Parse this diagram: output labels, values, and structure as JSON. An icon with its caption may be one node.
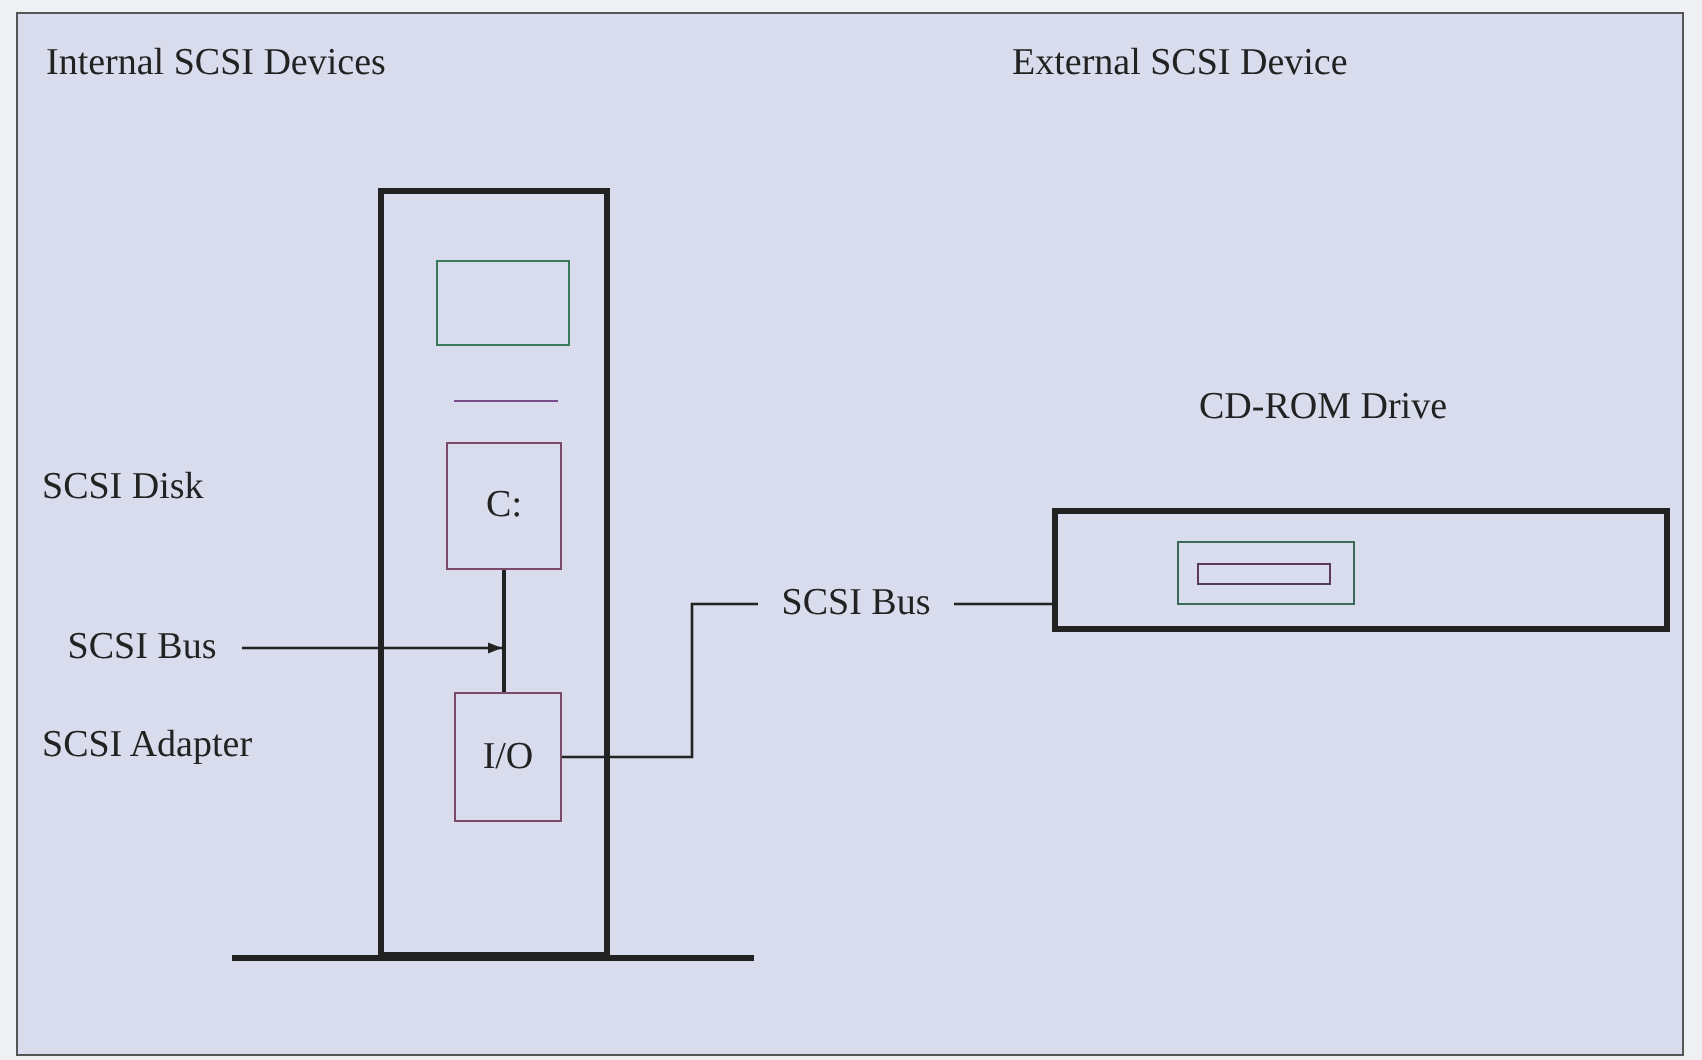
{
  "diagram": {
    "nodes": [
      {
        "text": [],
        "shape": "box"
      },
      {
        "text": [],
        "shape": "box",
        "in": 0
      },
      {
        "text": [
          "C:"
        ],
        "in": 0
      },
      {
        "text": [],
        "shape": "bar",
        "in": 0
      },
      {
        "text": [
          "I/O"
        ],
        "in": 0
      },
      {
        "text": [
          "SCSI Bus"
        ]
      },
      {
        "text": [
          "SCSI Bus"
        ]
      },
      {
        "text": [
          "CD-ROM Drive"
        ]
      }
    ],
    "edges": [
      {
        "from": 5,
        "to": 3,
        "arrow": "to"
      },
      {
        "from": 4,
        "to": 6,
        "arrow": "none"
      },
      {
        "from": 6,
        "to": 7,
        "arrow": "none"
      }
    ],
    "labels": [
      "Internal SCSI Devices",
      "External SCSI Device",
      "SCSI Disk",
      "SCSI Adapter"
    ]
  }
}
